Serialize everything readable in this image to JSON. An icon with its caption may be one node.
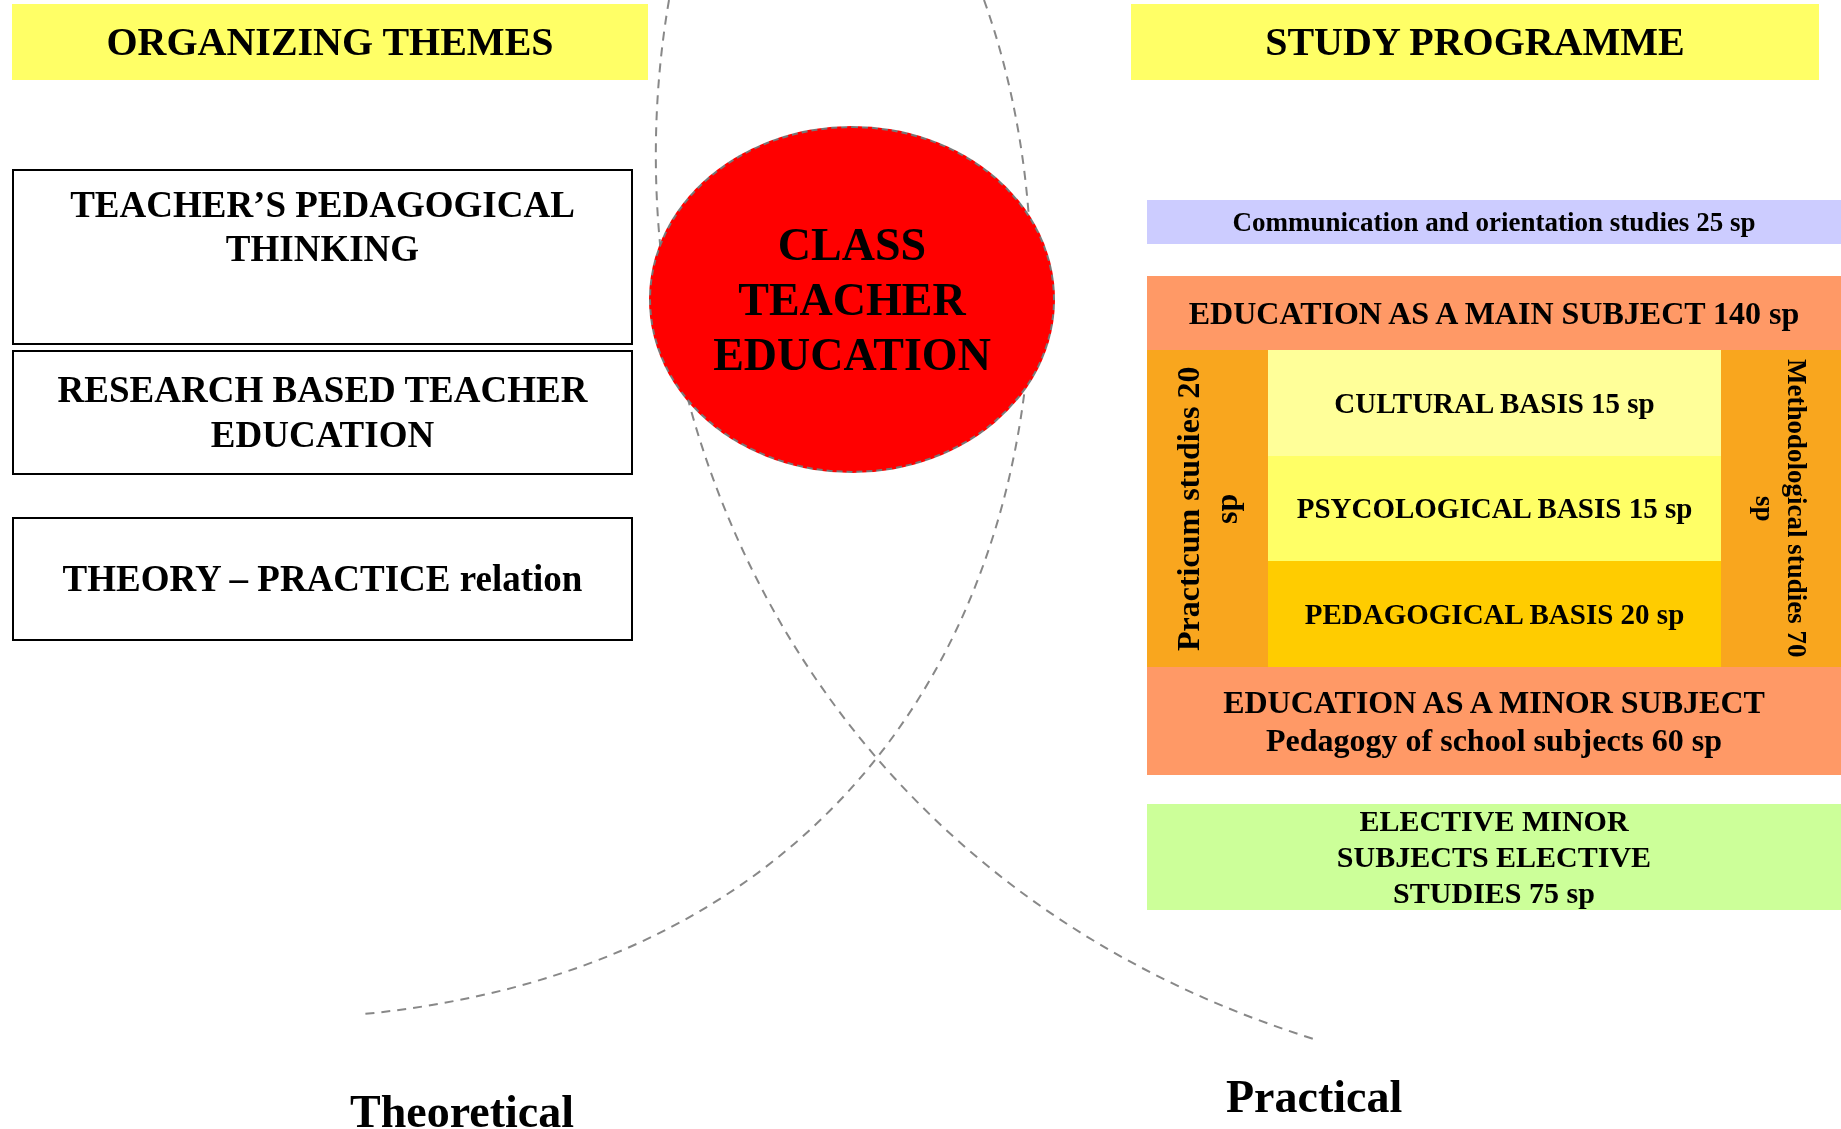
{
  "diagram": {
    "nodes": [
      {
        "text": [
          "ORGANIZING THEMES"
        ]
      },
      {
        "text": [
          "STUDY PROGRAMME"
        ]
      },
      {
        "text": [
          "TEACHER’S PEDAGOGICAL THINKING"
        ]
      },
      {
        "text": [
          "RESEARCH BASED TEACHER EDUCATION"
        ]
      },
      {
        "text": [
          "THEORY – PRACTICE relation"
        ]
      },
      {
        "text": [
          "CLASS TEACHER EDUCATION"
        ]
      },
      {
        "text": [
          "Communication and orientation studies 25 sp"
        ]
      },
      {
        "text": [
          "EDUCATION AS A MAIN SUBJECT 140 sp"
        ]
      },
      {
        "text": [
          "Practicum studies 20 sp"
        ]
      },
      {
        "text": [
          "CULTURAL BASIS 15 sp"
        ]
      },
      {
        "text": [
          "PSYCOLOGICAL BASIS 15 sp"
        ]
      },
      {
        "text": [
          "PEDAGOGICAL BASIS 20 sp"
        ]
      },
      {
        "text": [
          "Methodological studies 70 sp"
        ]
      },
      {
        "text": [
          "EDUCATION AS A MINOR SUBJECT",
          "Pedagogy of school subjects 60 sp"
        ]
      },
      {
        "text": [
          "ELECTIVE MINOR SUBJECTS ELECTIVE STUDIES 75 sp"
        ]
      }
    ],
    "labels": [
      "Theoretical",
      "Practical"
    ]
  }
}
